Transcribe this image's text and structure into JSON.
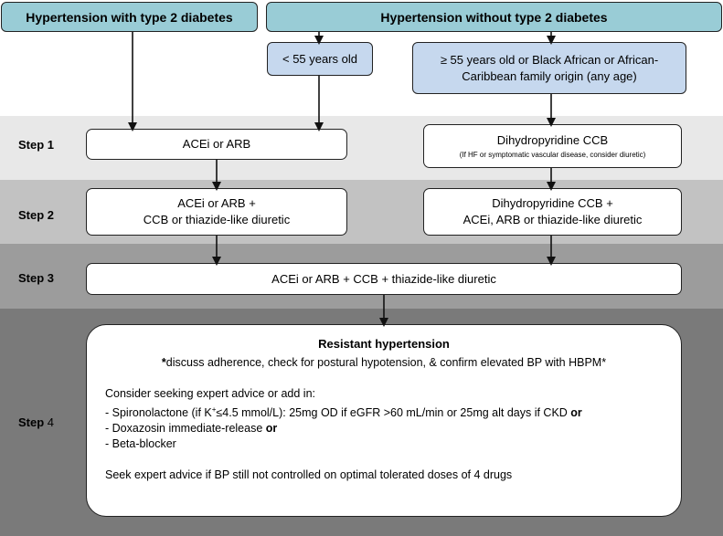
{
  "headers": {
    "with_diabetes": "Hypertension with type 2 diabetes",
    "without_diabetes": "Hypertension without type 2 diabetes"
  },
  "criteria": {
    "under_55": "< 55 years old",
    "over_55_line1": "≥ 55 years old or Black African or African-",
    "over_55_line2": "Caribbean family origin (any age)"
  },
  "steps": {
    "step1": "Step 1",
    "step2": "Step 2",
    "step3": "Step 3",
    "step4_word": "Step",
    "step4_num": "4"
  },
  "step1": {
    "left": "ACEi or ARB",
    "right_title": "Dihydropyridine CCB",
    "right_note": "(If HF or symptomatic vascular disease, consider diuretic)"
  },
  "step2": {
    "left_line1": "ACEi or ARB +",
    "left_line2": "CCB or thiazide-like diuretic",
    "right_line1": "Dihydropyridine CCB +",
    "right_line2": "ACEi, ARB or thiazide-like diuretic"
  },
  "step3": {
    "combined": "ACEi or ARB + CCB + thiazide-like diuretic"
  },
  "step4": {
    "title": "Resistant hypertension",
    "subtitle_star": "*",
    "subtitle": "discuss adherence, check for postural hypotension, & confirm elevated BP with HBPM*",
    "consider": "Consider seeking expert advice or add in:",
    "spiro_prefix": "- Spironolactone (if K",
    "spiro_sup": "+",
    "spiro_rest": "≤4.5 mmol/L): 25mg OD if eGFR >60 mL/min or 25mg alt days if CKD ",
    "spiro_or": "or",
    "doxa": "- Doxazosin immediate-release ",
    "doxa_or": "or",
    "beta": "- Beta-blocker",
    "final": "Seek expert advice if BP still not controlled on optimal tolerated doses of 4 drugs"
  }
}
